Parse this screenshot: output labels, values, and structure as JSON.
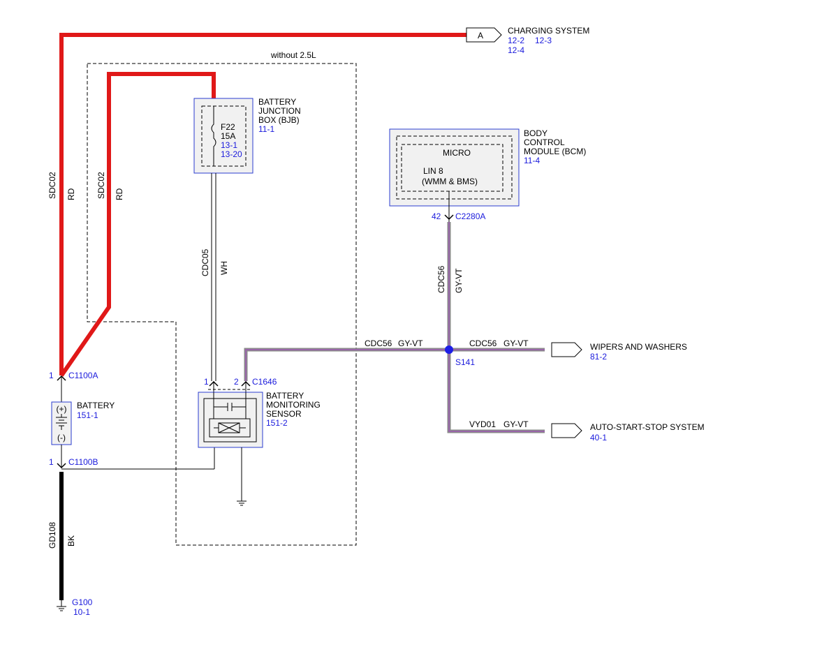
{
  "colors": {
    "red_wire": "#e01818",
    "black_wire": "#000000",
    "gyvt_outer": "#8a8a8a",
    "gyvt_inner": "#a05ab4",
    "component_border": "#2a3cd0",
    "component_fill": "#f1f1f1",
    "splice_fill": "#1e1ee6",
    "ref_text": "#1a1adc"
  },
  "region": {
    "label": "without 2.5L"
  },
  "charging_system": {
    "connector_letter": "A",
    "label": "CHARGING SYSTEM",
    "ref_a": "12-2",
    "ref_b": "12-3",
    "ref_c": "12-4"
  },
  "bjb": {
    "line1": "BATTERY",
    "line2": "JUNCTION",
    "line3": "BOX (BJB)",
    "ref": "11-1",
    "fuse_name": "F22",
    "fuse_rating": "15A",
    "fuse_ref_a": "13-1",
    "fuse_ref_b": "13-20"
  },
  "bcm": {
    "line1": "BODY",
    "line2": "CONTROL",
    "line3": "MODULE (BCM)",
    "ref": "11-4",
    "micro_label": "MICRO",
    "lin_label": "LIN 8",
    "lin_sub": "(WMM & BMS)",
    "pin": "42",
    "connector": "C2280A"
  },
  "wires": {
    "sdc02_left_circuit": "SDC02",
    "sdc02_left_color": "RD",
    "sdc02_right_circuit": "SDC02",
    "sdc02_right_color": "RD",
    "cdc05_circuit": "CDC05",
    "cdc05_color": "WH",
    "cdc56_vert_circuit": "CDC56",
    "cdc56_vert_color": "GY-VT",
    "cdc56_left_circuit": "CDC56",
    "cdc56_left_color": "GY-VT",
    "cdc56_right_circuit": "CDC56",
    "cdc56_right_color": "GY-VT",
    "vyd01_circuit": "VYD01",
    "vyd01_color": "GY-VT",
    "gd108_circuit": "GD108",
    "gd108_color": "BK"
  },
  "splice": {
    "label": "S141"
  },
  "wipers": {
    "label": "WIPERS AND WASHERS",
    "ref": "81-2"
  },
  "auto_start_stop": {
    "label": "AUTO-START-STOP SYSTEM",
    "ref": "40-1"
  },
  "battery": {
    "label": "BATTERY",
    "ref": "151-1",
    "plus_symbol": "(+)",
    "minus_symbol": "(-)",
    "top_pin": "1",
    "top_connector": "C1100A",
    "bottom_pin": "1",
    "bottom_connector": "C1100B"
  },
  "bms": {
    "line1": "BATTERY",
    "line2": "MONITORING",
    "line3": "SENSOR",
    "ref": "151-2",
    "pin1": "1",
    "pin2": "2",
    "connector": "C1646"
  },
  "ground": {
    "name": "G100",
    "ref": "10-1"
  }
}
